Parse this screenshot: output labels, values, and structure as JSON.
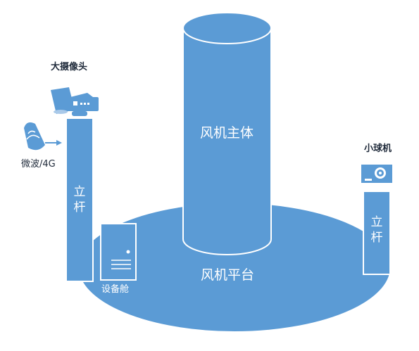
{
  "labels": {
    "turbine_body": "风机主体",
    "platform": "风机平台",
    "big_camera": "大摄像头",
    "microwave": "微波/4G",
    "pole_left": "立杆",
    "equipment_cabin": "设备舱",
    "small_dome": "小球机",
    "pole_right": "立杆"
  },
  "colors": {
    "fill": "#5b9bd5",
    "outline": "#ffffff",
    "text_dark": "#1f2a3a"
  },
  "icons": [
    "camera-icon",
    "satellite-dish-icon",
    "dome-camera-icon",
    "equipment-cabinet-icon"
  ]
}
